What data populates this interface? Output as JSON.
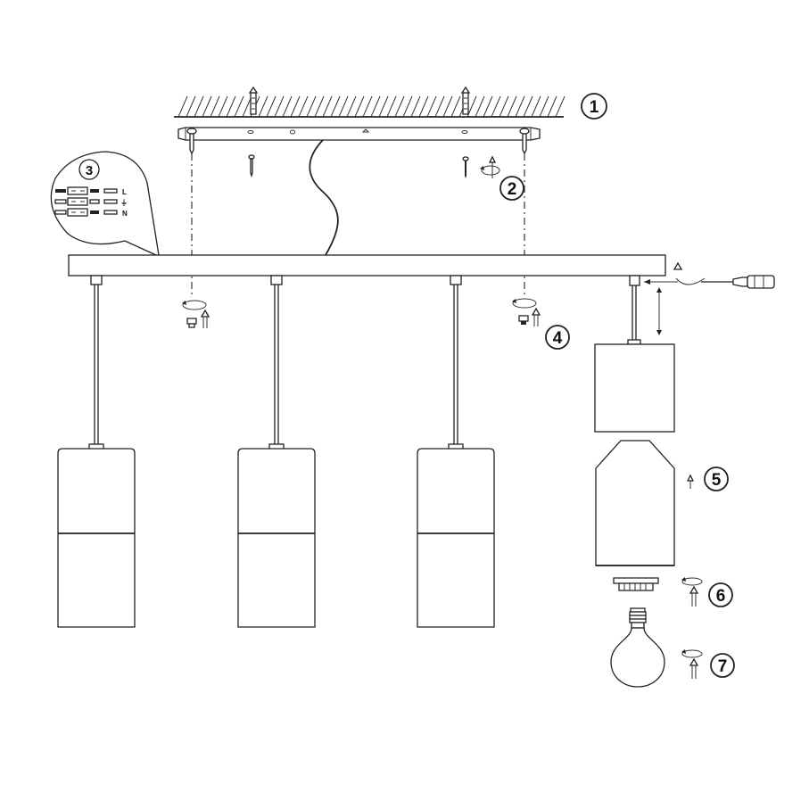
{
  "steps": [
    {
      "id": "step-1",
      "number": "1"
    },
    {
      "id": "step-2",
      "number": "2"
    },
    {
      "id": "step-3",
      "number": "3"
    },
    {
      "id": "step-4",
      "number": "4"
    },
    {
      "id": "step-5",
      "number": "5"
    },
    {
      "id": "step-6",
      "number": "6"
    },
    {
      "id": "step-7",
      "number": "7"
    }
  ],
  "wiring_terminals": {
    "live": "L",
    "earth_symbol": "⏚",
    "neutral": "N"
  },
  "icons": [
    "ceiling-hatch-icon",
    "wall-plug-icon",
    "screw-icon",
    "rotate-arrow-icon",
    "up-arrow-icon",
    "screwdriver-icon",
    "lamp-shade-icon",
    "light-bulb-icon",
    "ring-nut-icon",
    "terminal-block-icon"
  ]
}
